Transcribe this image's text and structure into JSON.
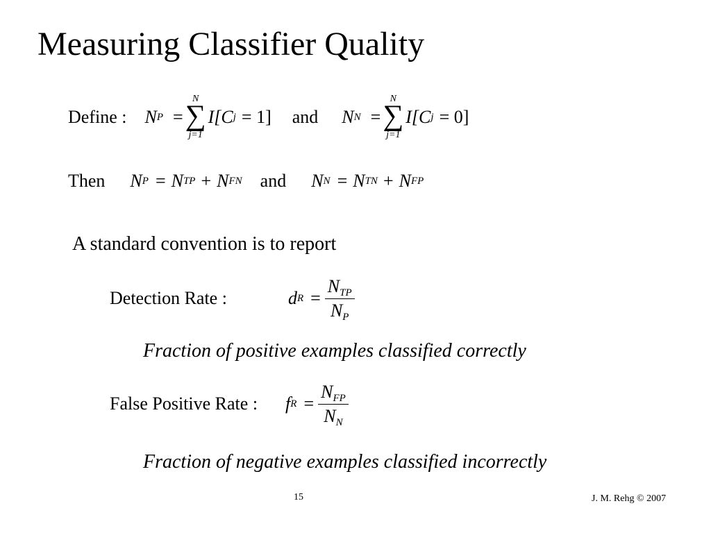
{
  "slide": {
    "title": "Measuring Classifier Quality",
    "page_number": "15",
    "footer_author": "J. M. Rehg © 2007"
  },
  "define_line": {
    "label": "Define :",
    "lhs1_var": "N",
    "lhs1_sub": "P",
    "eq": "=",
    "sum_upper": "N",
    "sum_lower": "j=1",
    "sum_symbol": "∑",
    "term1_pre": "I[",
    "term_var": "C",
    "term_sub": "j",
    "term1_post": "= 1]",
    "and": "and",
    "lhs2_var": "N",
    "lhs2_sub": "N",
    "term2_post": "= 0]"
  },
  "then_line": {
    "label": "Then",
    "np_var": "N",
    "np_sub": "P",
    "eq": "=",
    "ntp_var": "N",
    "ntp_sub": "TP",
    "plus": "+",
    "nfn_var": "N",
    "nfn_sub": "FN",
    "and": "and",
    "nn_var": "N",
    "nn_sub": "N",
    "ntn_var": "N",
    "ntn_sub": "TN",
    "nfp_var": "N",
    "nfp_sub": "FP"
  },
  "convention_text": "A standard convention is to report",
  "detection": {
    "label": "Detection Rate :",
    "var": "d",
    "var_sub": "R",
    "eq": "=",
    "num_var": "N",
    "num_sub": "TP",
    "den_var": "N",
    "den_sub": "P",
    "caption": "Fraction of positive examples classified correctly"
  },
  "false_positive": {
    "label": "False Positive Rate :",
    "var": "f",
    "var_sub": "R",
    "eq": "=",
    "num_var": "N",
    "num_sub": "FP",
    "den_var": "N",
    "den_sub": "N",
    "caption": "Fraction of negative examples classified incorrectly"
  }
}
